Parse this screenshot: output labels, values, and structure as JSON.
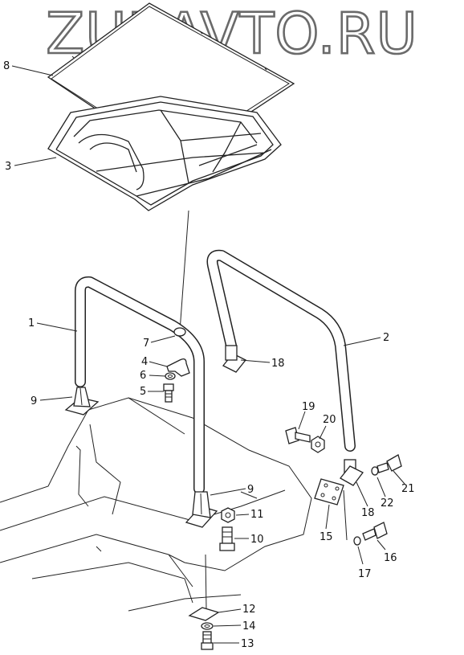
{
  "watermark": "ZURAVTO.RU",
  "callouts": [
    {
      "id": "c8",
      "label": "8"
    },
    {
      "id": "c3",
      "label": "3"
    },
    {
      "id": "c1",
      "label": "1"
    },
    {
      "id": "c2",
      "label": "2"
    },
    {
      "id": "c7",
      "label": "7"
    },
    {
      "id": "c4",
      "label": "4"
    },
    {
      "id": "c6",
      "label": "6"
    },
    {
      "id": "c5",
      "label": "5"
    },
    {
      "id": "c9a",
      "label": "9"
    },
    {
      "id": "c18a",
      "label": "18"
    },
    {
      "id": "c19",
      "label": "19"
    },
    {
      "id": "c20",
      "label": "20"
    },
    {
      "id": "c21",
      "label": "21"
    },
    {
      "id": "c22",
      "label": "22"
    },
    {
      "id": "c18b",
      "label": "18"
    },
    {
      "id": "c9b",
      "label": "9"
    },
    {
      "id": "c11",
      "label": "11"
    },
    {
      "id": "c10",
      "label": "10"
    },
    {
      "id": "c15",
      "label": "15"
    },
    {
      "id": "c16",
      "label": "16"
    },
    {
      "id": "c17",
      "label": "17"
    },
    {
      "id": "c12",
      "label": "12"
    },
    {
      "id": "c14",
      "label": "14"
    },
    {
      "id": "c13",
      "label": "13"
    }
  ]
}
